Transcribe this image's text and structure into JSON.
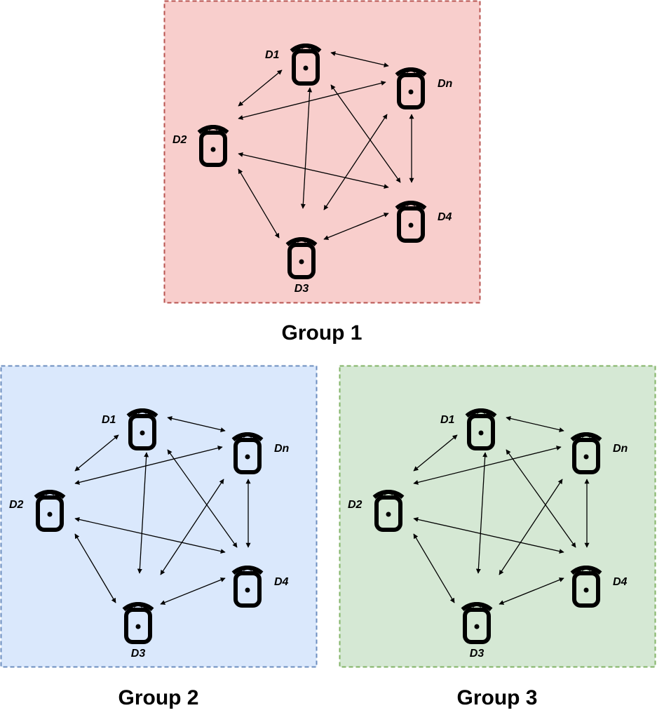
{
  "groups": [
    {
      "title": "Group 1",
      "fill": "#f8cecc",
      "stroke": "#b85450",
      "devices": {
        "d1": "D1",
        "dn": "Dn",
        "d2": "D2",
        "d4": "D4",
        "d3": "D3"
      }
    },
    {
      "title": "Group 2",
      "fill": "#dae8fc",
      "stroke": "#6c8ebf",
      "devices": {
        "d1": "D1",
        "dn": "Dn",
        "d2": "D2",
        "d4": "D4",
        "d3": "D3"
      }
    },
    {
      "title": "Group 3",
      "fill": "#d5e8d4",
      "stroke": "#82b366",
      "devices": {
        "d1": "D1",
        "dn": "Dn",
        "d2": "D2",
        "d4": "D4",
        "d3": "D3"
      }
    }
  ],
  "connections": [
    [
      "d1",
      "dn"
    ],
    [
      "d1",
      "d2"
    ],
    [
      "d1",
      "d3"
    ],
    [
      "d1",
      "d4"
    ],
    [
      "dn",
      "d2"
    ],
    [
      "dn",
      "d4"
    ],
    [
      "dn",
      "d3"
    ],
    [
      "d2",
      "d4"
    ],
    [
      "d2",
      "d3"
    ],
    [
      "d3",
      "d4"
    ]
  ],
  "device_icon": "wireless-device-icon"
}
